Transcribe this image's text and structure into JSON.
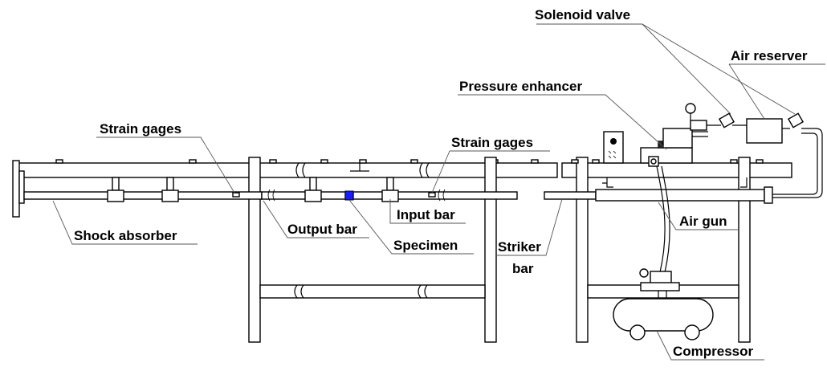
{
  "labels": {
    "solenoid_valve": "Solenoid valve",
    "air_reserver": "Air reserver",
    "pressure_enhancer": "Pressure enhancer",
    "strain_gages_left": "Strain gages",
    "strain_gages_right": "Strain gages",
    "shock_absorber": "Shock absorber",
    "output_bar": "Output bar",
    "input_bar": "Input bar",
    "specimen": "Specimen",
    "striker_bar_line1": "Striker",
    "striker_bar_line2": "bar",
    "air_gun": "Air gun",
    "compressor": "Compressor"
  },
  "colors": {
    "line": "#000000",
    "specimen": "#1a1aff",
    "leader": "#555555"
  }
}
